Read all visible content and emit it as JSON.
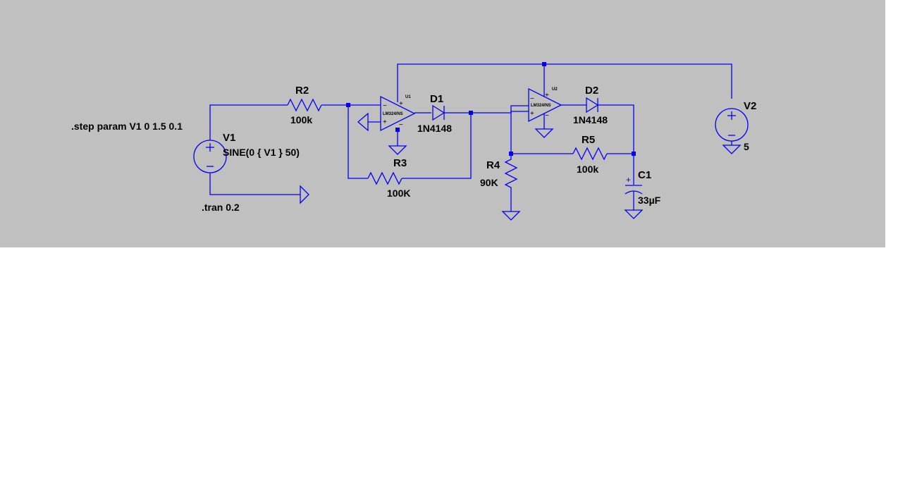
{
  "directives": {
    "step": ".step param V1 0 1.5 0.1",
    "tran": ".tran 0.2"
  },
  "components": {
    "V1": {
      "name": "V1",
      "value": "SINE(0 { V1 } 50)"
    },
    "V2": {
      "name": "V2",
      "value": "5"
    },
    "R2": {
      "name": "R2",
      "value": "100k"
    },
    "R3": {
      "name": "R3",
      "value": "100K"
    },
    "R4": {
      "name": "R4",
      "value": "90K"
    },
    "R5": {
      "name": "R5",
      "value": "100k"
    },
    "D1": {
      "name": "D1",
      "value": "1N4148"
    },
    "D2": {
      "name": "D2",
      "value": "1N4148"
    },
    "C1": {
      "name": "C1",
      "value": "33µF"
    },
    "U1": {
      "name": "U1",
      "model": "LM324/NS"
    },
    "U2": {
      "name": "U2",
      "model": "LM324/NS"
    }
  },
  "symbols": {
    "plus": "+",
    "minus": "−"
  },
  "colors": {
    "canvas": "#c0c0c0",
    "wire": "#0000ff",
    "text": "#000000"
  }
}
